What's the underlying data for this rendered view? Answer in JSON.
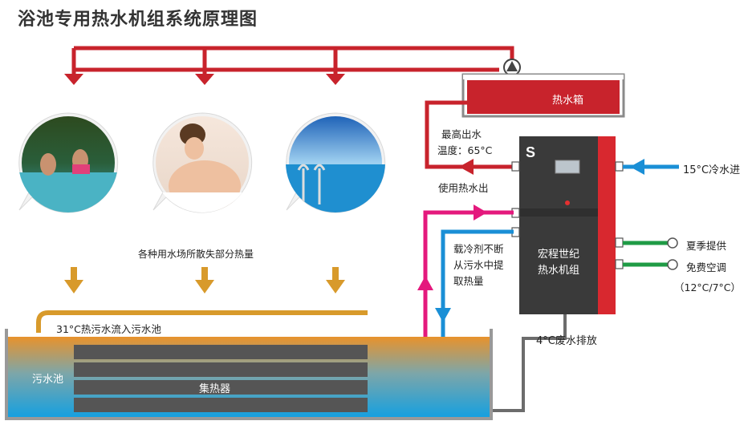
{
  "title": "浴池专用热水机组系统原理图",
  "labels": {
    "hot_tank": "热水箱",
    "max_temp_line1": "最高出水",
    "max_temp_line2": "温度：65°C",
    "use_hot_water": "使用热水出",
    "cold_in": "15°C冷水进",
    "refrigerant_line1": "载冷剂不断",
    "refrigerant_line2": "从污水中提",
    "refrigerant_line3": "取热量",
    "unit_line1": "宏程世纪",
    "unit_line2": "热水机组",
    "summer1": "夏季提供",
    "summer2": "免费空调",
    "summer3": "（12°C/7°C）",
    "heat_loss": "各种用水场所散失部分热量",
    "wastewater_in": "31°C热污水流入污水池",
    "waste_pool": "污水池",
    "collector": "集热器",
    "discharge": "4°C废水排放"
  },
  "colors": {
    "red": "#c8232c",
    "pink": "#e4197d",
    "blue": "#1a8fd6",
    "green": "#1f9b45",
    "orange": "#d89a2b",
    "gray": "#6c6c6c"
  }
}
